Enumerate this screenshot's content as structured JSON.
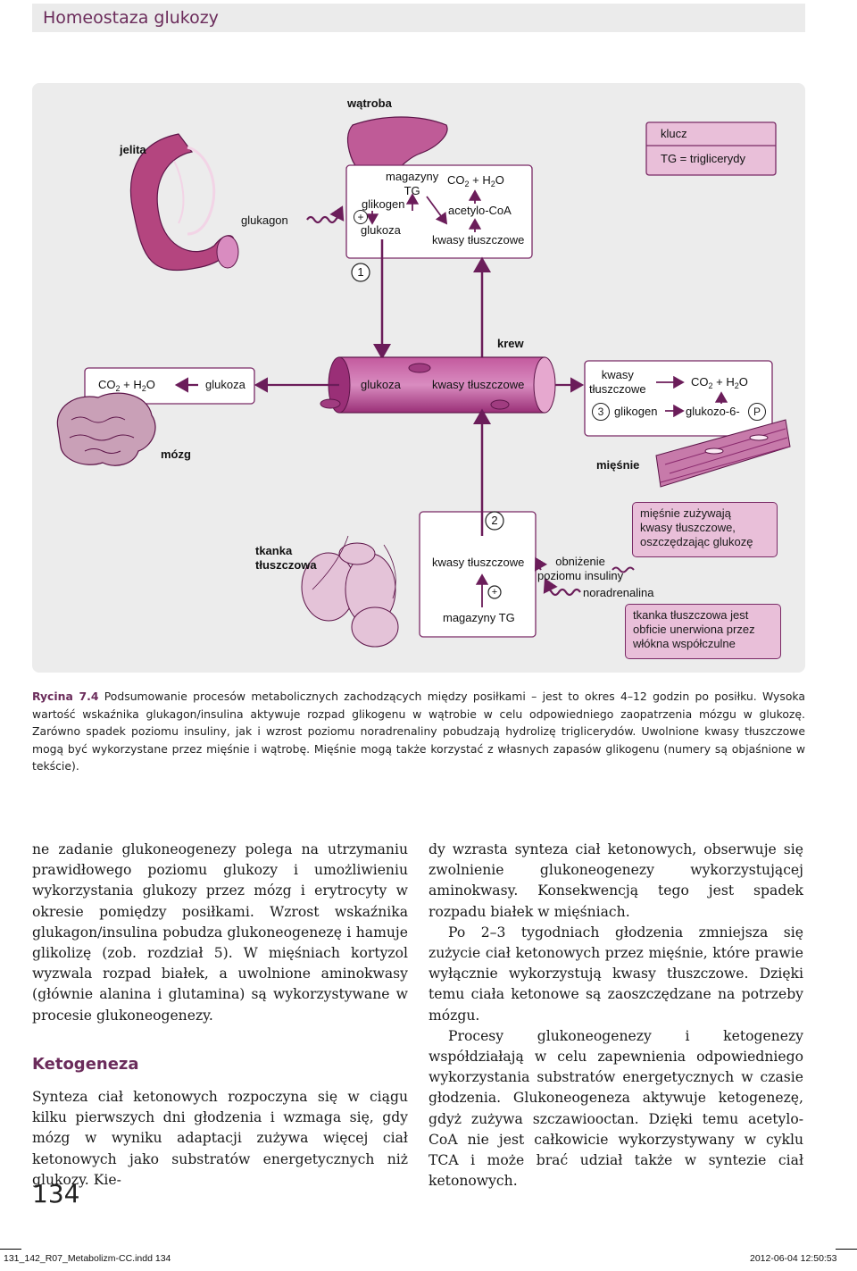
{
  "header": {
    "title": "Homeostaza glukozy"
  },
  "figure": {
    "liver": {
      "title": "wątroba",
      "intestine_label": "jelita",
      "glucagon": "glukagon",
      "stores_tg": "magazyny\nTG",
      "co2_h2o_co": "CO",
      "co2_h2o_sub1": "2",
      "co2_h2o_plus": " + H",
      "co2_h2o_sub2": "2",
      "co2_h2o_o": "O",
      "glycogen": "glikogen",
      "acetyl_coa": "acetylo-CoA",
      "plus": "+",
      "glucose": "glukoza",
      "fatty_acids": "kwasy tłuszczowe",
      "num": "1"
    },
    "key": {
      "title": "klucz",
      "text": "TG = triglicerydy"
    },
    "blood": {
      "title": "krew",
      "glucose": "glukoza",
      "fatty_acids": "kwasy tłuszczowe"
    },
    "brain": {
      "co2_co": "CO",
      "co2_sub1": "2",
      "co2_plus": " + H",
      "co2_sub2": "2",
      "co2_o": "O",
      "glucose": "glukoza",
      "label": "mózg"
    },
    "muscle": {
      "fatty_acids": "kwasy\ntłuszczowe",
      "co2_co": "CO",
      "co2_sub1": "2",
      "co2_plus": " + H",
      "co2_sub2": "2",
      "co2_o": "O",
      "num": "3",
      "glycogen": "glikogen",
      "glucose6p": "glukozo-6-",
      "p": "P",
      "label": "mięśnie"
    },
    "adipose": {
      "label": "tkanka\ntłuszczowa",
      "num": "2",
      "fatty_acids": "kwasy tłuszczowe",
      "insulin_drop": "obniżenie\npoziomu insuliny",
      "plus": "+",
      "noradrenaline": "noradrenalina",
      "stores_tg": "magazyny TG",
      "muscle_note": "mięśnie zużywają\nkwasy tłuszczowe,\noszczędzając glukozę",
      "innervation_note": "tkanka tłuszczowa jest\nobficie unerwiona przez\nwłókna współczulne"
    }
  },
  "caption": {
    "label": "Rycina 7.4",
    "text": " Podsumowanie procesów metabolicznych zachodzących między posiłkami – jest to okres 4–12 godzin po posiłku. Wysoka wartość wskaźnika glukagon/insulina aktywuje rozpad glikogenu w wątrobie w celu odpowiedniego zaopatrzenia mózgu w glukozę. Zarówno spadek poziomu insuliny, jak i wzrost poziomu noradrenaliny pobudzają hydrolizę triglicerydów. Uwolnione kwasy tłuszczowe mogą być wykorzystane przez mięśnie i wątrobę. Mięśnie mogą także korzystać z własnych zapasów glikogenu (numery są objaśnione w tekście)."
  },
  "left_column": {
    "p1": "ne zadanie glukoneogenezy polega na utrzymaniu prawidłowego poziomu glukozy i umożliwieniu wykorzystania glukozy przez mózg i erytrocyty w okresie pomiędzy posiłkami. Wzrost wskaźnika glukagon/insulina pobudza glukoneogenezę i hamuje glikolizę (zob. rozdział 5). W mięśniach kortyzol wyzwala rozpad białek, a uwolnione aminokwasy (głównie alanina i glutamina) są wykorzystywane w procesie glukoneogenezy.",
    "heading": "Ketogeneza",
    "p2": "Synteza ciał ketonowych rozpoczyna się w ciągu kilku pierwszych dni głodzenia i wzmaga się, gdy mózg w wyniku adaptacji zużywa więcej ciał ketonowych jako substratów energetycznych niż glukozy. Kie-"
  },
  "right_column": {
    "p1": "dy wzrasta synteza ciał ketonowych, obserwuje się zwolnienie glukoneogenezy wykorzystującej aminokwasy. Konsekwencją tego jest spadek rozpadu białek w mięśniach.",
    "p2": "Po 2–3 tygodniach głodzenia zmniejsza się zużycie ciał ketonowych przez mięśnie, które prawie wyłącznie wykorzystują kwasy tłuszczowe. Dzięki temu ciała ketonowe są zaoszczędzane na potrzeby mózgu.",
    "p3": "Procesy glukoneogenezy i ketogenezy współdziałają w celu zapewnienia odpowiedniego wykorzystania substratów energetycznych w czasie głodzenia. Glukoneogeneza aktywuje ketogenezę, gdyż zużywa szczawiooctan. Dzięki temu acetylo-CoA nie jest całkowicie wykorzystywany w cyklu TCA i może brać udział także w syntezie ciał ketonowych."
  },
  "page_number": "134",
  "slug": {
    "file": "131_142_R07_Metabolizm-CC.indd   134",
    "date": "2012-06-04   12:50:53"
  }
}
